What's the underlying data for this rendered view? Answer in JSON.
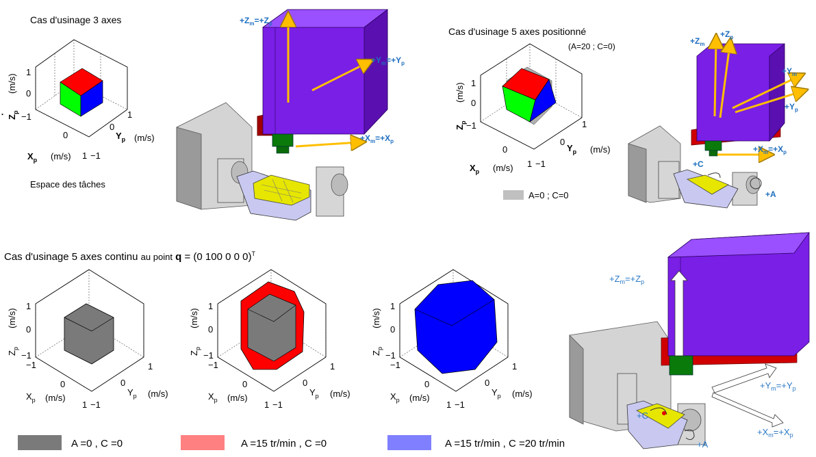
{
  "panels": {
    "three_axis": {
      "title": "Cas d'usinage 3 axes",
      "caption": "Espace des tâches",
      "xlabel": "X",
      "xsub": "p",
      "xunit": "(m/s)",
      "ylabel": "Y",
      "ysub": "p",
      "yunit": "(m/s)",
      "zlabel": "Z",
      "zsub": "p",
      "zunit": "(m/s)",
      "zticks": [
        "1",
        "0",
        "−1"
      ],
      "xticks": [
        "0",
        "1",
        "−1"
      ],
      "yticks": [
        "1",
        "0"
      ]
    },
    "five_axis_pos": {
      "title": "Cas d'usinage 5 axes positionné",
      "subtitle": "(A=20 ; C=0)",
      "legend": "A=0 ; C=0",
      "xlabel": "X",
      "xsub": "p",
      "xunit": "(m/s)",
      "ylabel": "Y",
      "ysub": "p",
      "yunit": "(m/s)",
      "zlabel": "Z",
      "zsub": "p",
      "zunit": "(m/s)",
      "zticks": [
        "1",
        "0",
        "−1"
      ],
      "xticks": [
        "0",
        "1",
        "−1"
      ],
      "yticks": [
        "1",
        "0"
      ]
    },
    "continuous": {
      "title_prefix": "Cas d'usinage 5 axes continu",
      "title_mid": "au point",
      "title_q": "q",
      "title_eq": "=",
      "title_vec": "(0 100 0 0 0)",
      "title_sup": "T",
      "xlabel": "X",
      "xsub": "p",
      "xunit": "(m/s)",
      "ylabel": "Y",
      "ysub": "p",
      "yunit": "(m/s)",
      "zlabel": "Z",
      "zsub": "p",
      "zunit": "(m/s)",
      "zticks": [
        "1",
        "0",
        "−1"
      ],
      "xticks": [
        "0",
        "1",
        "−1"
      ],
      "yticks": [
        "1",
        "0"
      ],
      "legend": [
        {
          "label": "A =0 , C =0",
          "color": "#7a7a7a"
        },
        {
          "label": "A =15 tr/min , C =0",
          "color": "#ff8080"
        },
        {
          "label": "A =15 tr/min , C =20 tr/min",
          "color": "#7f7fff"
        }
      ]
    }
  },
  "machine_labels": {
    "m1": {
      "z": "+Z",
      "zsub_m": "m",
      "zeq": "=+Z",
      "zsub_p": "p",
      "y": "+Y",
      "ysub_m": "m",
      "yeq": "=+Y",
      "ysub_p": "p",
      "x": "+X",
      "xsub_m": "m",
      "xeq": "=+X",
      "xsub_p": "p"
    },
    "m2": {
      "zm": "+Z",
      "zm_sub": "m",
      "zp": "+Z",
      "zp_sub": "p",
      "ym": "+Y",
      "ym_sub": "m",
      "yp": "+Y",
      "yp_sub": "p",
      "x": "+X",
      "xsub_m": "m",
      "xeq": "=+X",
      "xsub_p": "p",
      "c": "+C",
      "a": "+A"
    },
    "m3": {
      "z": "+Z",
      "zsub_m": "m",
      "zeq": "=+Z",
      "zsub_p": "p",
      "y": "+Y",
      "ysub_m": "m",
      "yeq": "=+Y",
      "ysub_p": "p",
      "x": "+X",
      "xsub_m": "m",
      "xeq": "=+X",
      "xsub_p": "p",
      "c": "+C",
      "a": "+A"
    }
  },
  "colors": {
    "spindle_purple": "#7a1fe6",
    "spindle_dark": "#5a10b0",
    "rail_red": "#d00000",
    "arrow_yellow": "#ffbf00",
    "table_yellow": "#e6e600",
    "base_gray": "#b8b8b8",
    "cradle_lav": "#c8c8f0",
    "label_blue": "#1f6fbf"
  }
}
